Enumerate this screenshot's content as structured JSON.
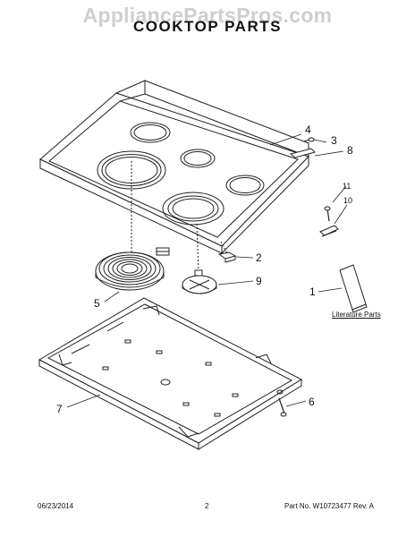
{
  "watermark": "AppliancePartsPros.com",
  "title": "COOKTOP PARTS",
  "callouts": {
    "c1": "1",
    "c2": "2",
    "c3": "3",
    "c4": "4",
    "c5": "5",
    "c6": "6",
    "c7": "7",
    "c8": "8",
    "c9": "9",
    "c10": "10",
    "c11": "11"
  },
  "literature_label": "Literature Parts",
  "footer": {
    "date": "06/23/2014",
    "page": "2",
    "part": "Part No.  W10723477   Rev.  A"
  }
}
